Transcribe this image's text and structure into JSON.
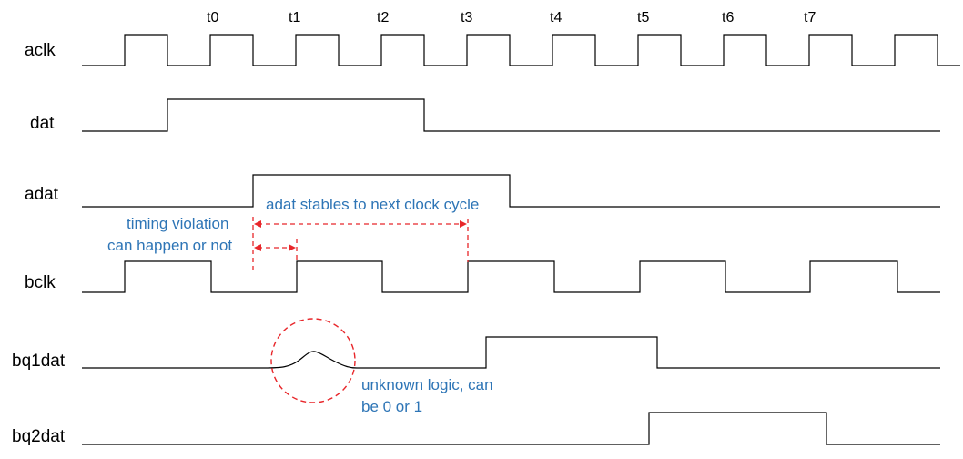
{
  "colors": {
    "annotation_text": "#2e75b6",
    "annotation_marker": "#e8262a",
    "wave": "#000000"
  },
  "time_markers": [
    "t0",
    "t1",
    "t2",
    "t3",
    "t4",
    "t5",
    "t6",
    "t7"
  ],
  "signals": [
    {
      "id": "aclk",
      "label": "aclk"
    },
    {
      "id": "dat",
      "label": "dat"
    },
    {
      "id": "adat",
      "label": "adat"
    },
    {
      "id": "bclk",
      "label": "bclk"
    },
    {
      "id": "bq1dat",
      "label": "bq1dat"
    },
    {
      "id": "bq2dat",
      "label": "bq2dat"
    }
  ],
  "annotations": {
    "adat_stable": "adat stables to next clock cycle",
    "timing_violation_line1": "timing violation",
    "timing_violation_line2": "can happen or not",
    "unknown_logic_line1": "unknown logic, can",
    "unknown_logic_line2": "be 0 or 1"
  }
}
